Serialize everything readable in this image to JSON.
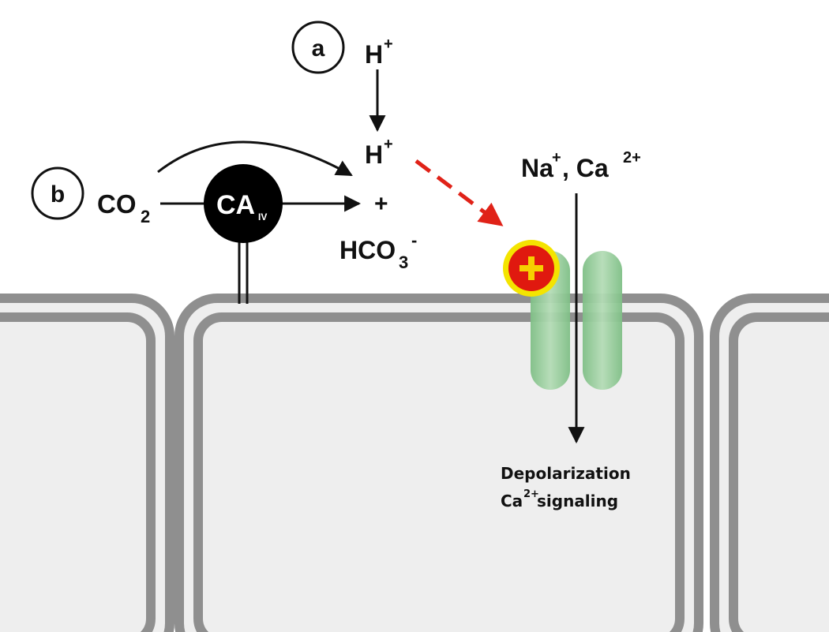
{
  "labels": {
    "a": "a",
    "b": "b",
    "h_top": "H",
    "h_top_sup": "+",
    "h_mid": "H",
    "h_mid_sup": "+",
    "plus": "+",
    "co2_main": "CO",
    "co2_sub": "2",
    "ca_main": "CA",
    "ca_sub": "IV",
    "hco3_main": "HCO",
    "hco3_sub": "3",
    "hco3_sup": "-",
    "na": "Na",
    "na_sup": "+",
    "comma": ", Ca",
    "ca2_sup": "2+",
    "plus_badge": "+",
    "depol": "Depolarization",
    "signal_pre": "Ca",
    "signal_sup": "2+",
    "signal_post": " signaling"
  },
  "colors": {
    "membrane": "#8f8f8f",
    "cell_fill": "#eeeeee",
    "channel": "#8fca93",
    "badge_red": "#e0190f",
    "badge_ring": "#f4e400",
    "badge_plus": "#f6d000",
    "dashed_arrow": "#e02218",
    "ink": "#111111"
  }
}
